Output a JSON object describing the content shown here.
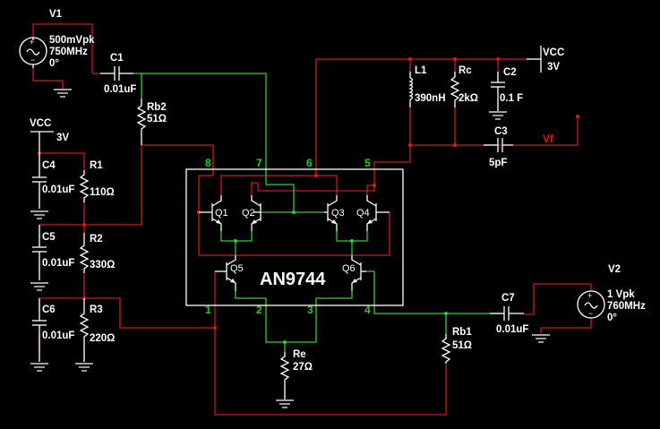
{
  "colors": {
    "background": "#000000",
    "wire_red": "#c8191e",
    "wire_green": "#33cc33",
    "component": "#ffffff",
    "pin_label": "#22d022",
    "net_label": "#e01818"
  },
  "chip": {
    "name": "AN9744",
    "pins": [
      "1",
      "2",
      "3",
      "4",
      "5",
      "6",
      "7",
      "8"
    ]
  },
  "transistors": [
    "Q1",
    "Q2",
    "Q3",
    "Q4",
    "Q5",
    "Q6"
  ],
  "sources": {
    "V1": {
      "name": "V1",
      "amplitude": "500mVpk",
      "frequency": "750MHz",
      "phase": "0°"
    },
    "V2": {
      "name": "V2",
      "amplitude": "1 Vpk",
      "frequency": "760MHz",
      "phase": "0°"
    }
  },
  "supplies": [
    {
      "name": "VCC",
      "value": "3V"
    },
    {
      "name": "VCC",
      "value": "3V"
    }
  ],
  "capacitors": {
    "C1": {
      "name": "C1",
      "value": "0.01uF"
    },
    "C2": {
      "name": "C2",
      "value": "0.1 F"
    },
    "C3": {
      "name": "C3",
      "value": "5pF"
    },
    "C4": {
      "name": "C4",
      "value": "0.01uF"
    },
    "C5": {
      "name": "C5",
      "value": "0.01uF"
    },
    "C6": {
      "name": "C6",
      "value": "0.01uF"
    },
    "C7": {
      "name": "C7",
      "value": "0.01uF"
    }
  },
  "resistors": {
    "Rb2": {
      "name": "Rb2",
      "value": "51Ω"
    },
    "R1": {
      "name": "R1",
      "value": "110Ω"
    },
    "R2": {
      "name": "R2",
      "value": "330Ω"
    },
    "R3": {
      "name": "R3",
      "value": "220Ω"
    },
    "Rc": {
      "name": "Rc",
      "value": "2kΩ"
    },
    "Re": {
      "name": "Re",
      "value": "27Ω"
    },
    "Rb1": {
      "name": "Rb1",
      "value": "51Ω"
    }
  },
  "inductors": {
    "L1": {
      "name": "L1",
      "value": "390nH"
    }
  },
  "net_labels": {
    "output": "Vf"
  }
}
